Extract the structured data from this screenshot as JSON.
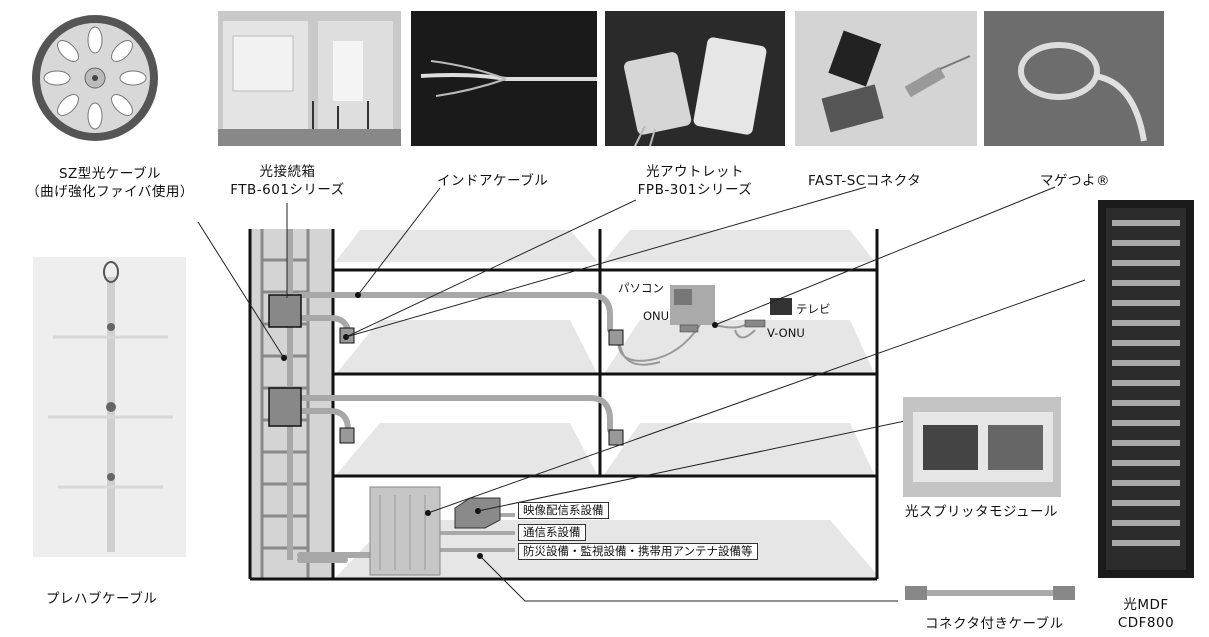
{
  "labels": {
    "sz_cable_1": "SZ型光ケーブル",
    "sz_cable_2": "（曲げ強化ファイバ使用）",
    "prehab": "プレハブケーブル",
    "closure_1": "光接続箱",
    "closure_2": "FTB-601シリーズ",
    "indoor": "インドアケーブル",
    "outlet_1": "光アウトレット",
    "outlet_2": "FPB-301シリーズ",
    "fastsc": "FAST-SCコネクタ",
    "magetsuyo": "マゲつよ®",
    "splitter": "光スプリッタモジュール",
    "connector_cable": "コネクタ付きケーブル",
    "mdf_1": "光MDF",
    "mdf_2": "CDF800"
  },
  "devices": {
    "pc": "パソコン",
    "onu": "ONU",
    "tv": "テレビ",
    "vonu": "V-ONU"
  },
  "equipment": {
    "video": "映像配信系設備",
    "comm": "通信系設備",
    "disaster": "防災設備・監視設備・携帯用アンテナ設備等"
  }
}
